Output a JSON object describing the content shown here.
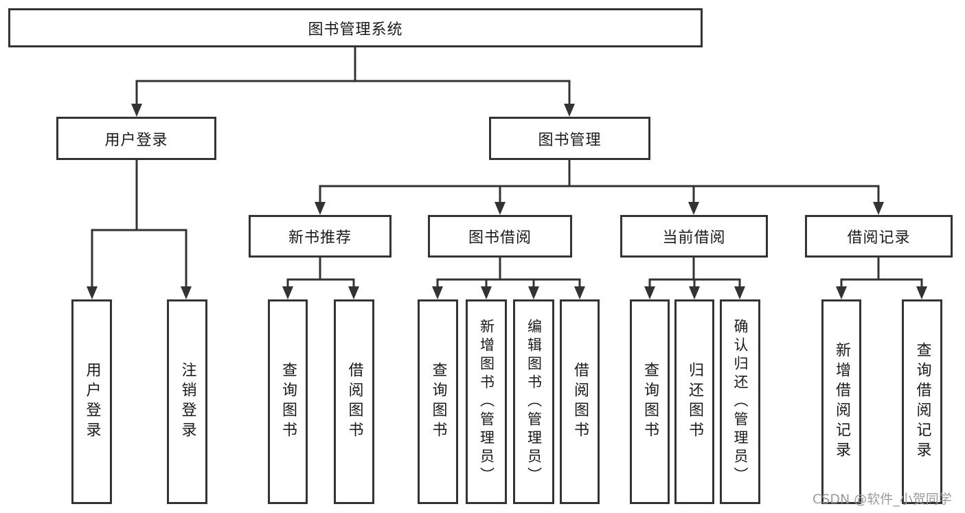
{
  "tree": {
    "label": "图书管理系统",
    "children": [
      {
        "label": "用户登录",
        "children": [
          {
            "label": "用户登录"
          },
          {
            "label": "注销登录"
          }
        ]
      },
      {
        "label": "图书管理",
        "children": [
          {
            "label": "新书推荐",
            "children": [
              {
                "label": "查询图书"
              },
              {
                "label": "借阅图书"
              }
            ]
          },
          {
            "label": "图书借阅",
            "children": [
              {
                "label": "查询图书"
              },
              {
                "label": "新增图书（管理员）"
              },
              {
                "label": "编辑图书（管理员）"
              },
              {
                "label": "借阅图书"
              }
            ]
          },
          {
            "label": "当前借阅",
            "children": [
              {
                "label": "查询图书"
              },
              {
                "label": "归还图书"
              },
              {
                "label": "确认归还（管理员）"
              }
            ]
          },
          {
            "label": "借阅记录",
            "children": [
              {
                "label": "新增借阅记录"
              },
              {
                "label": "查询借阅记录"
              }
            ]
          }
        ]
      }
    ]
  },
  "watermark": {
    "text": "CSDN @软件_小贺同学"
  },
  "colors": {
    "line": "#333333",
    "box_border": "#333333",
    "text": "#1a1a1a",
    "watermark": "#9b9b9b",
    "background": "#ffffff"
  }
}
